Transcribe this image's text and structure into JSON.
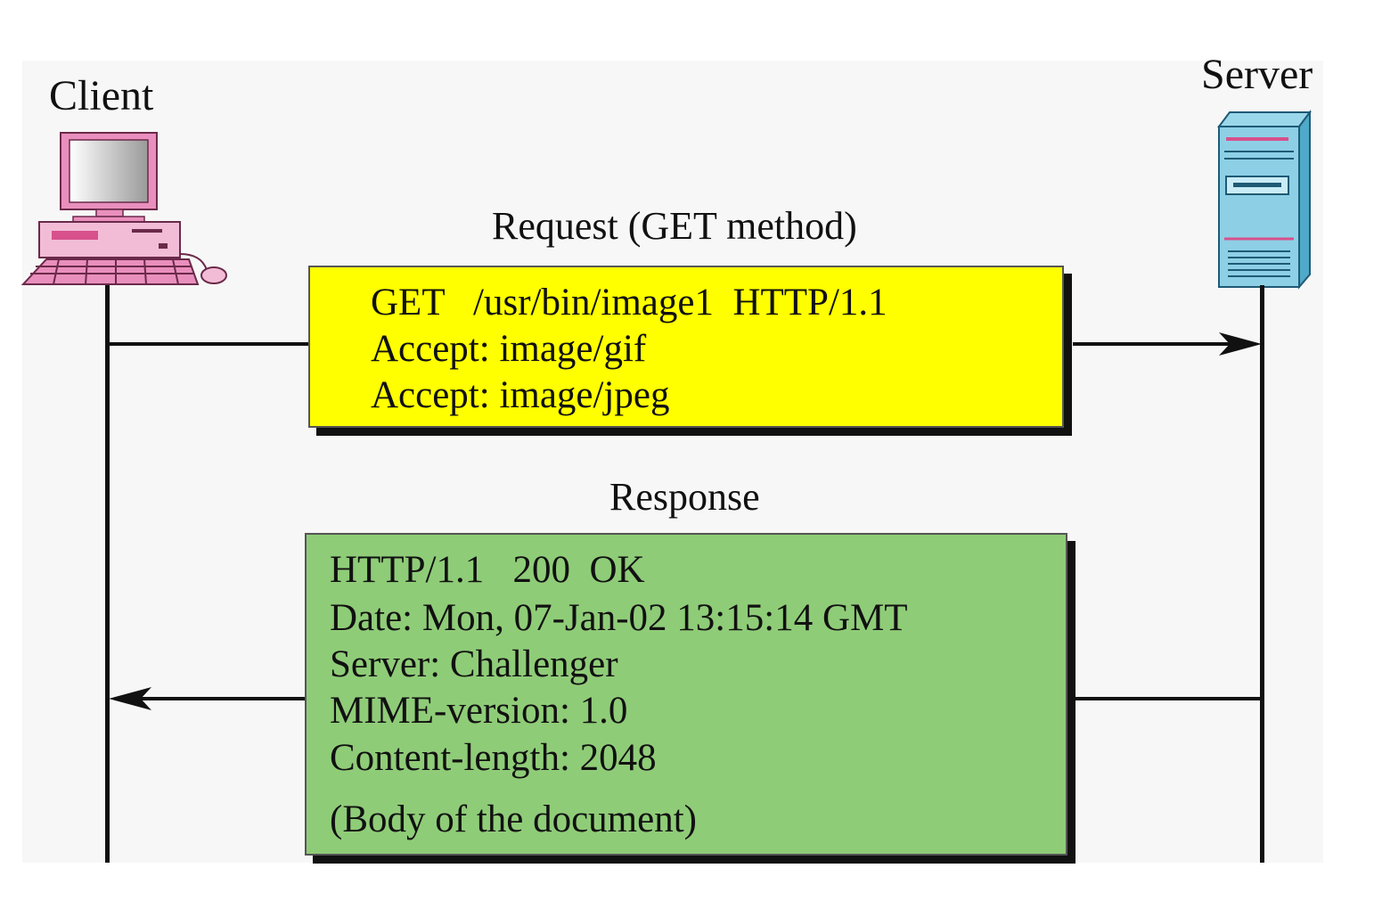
{
  "client": {
    "label": "Client",
    "icon": "desktop-computer-icon"
  },
  "server": {
    "label": "Server",
    "icon": "server-tower-icon"
  },
  "request": {
    "title": "Request (GET method)",
    "lines": [
      "GET   /usr/bin/image1  HTTP/1.1",
      "Accept: image/gif",
      "Accept: image/jpeg"
    ],
    "box_color": "#ffff00",
    "direction": "client-to-server"
  },
  "response": {
    "title": "Response",
    "lines": [
      "HTTP/1.1   200  OK",
      "Date: Mon, 07-Jan-02 13:15:14 GMT",
      "Server: Challenger",
      "MIME-version: 1.0",
      "Content-length: 2048",
      "(Body of the document)"
    ],
    "box_color": "#8fcc78",
    "direction": "server-to-client"
  }
}
